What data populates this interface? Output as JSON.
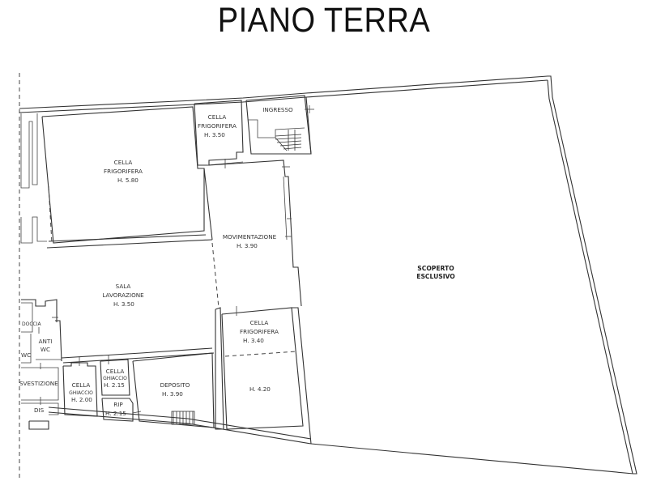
{
  "title": "PIANO TERRA",
  "rooms": {
    "cella_frigorifera_large": {
      "name_1": "CELLA",
      "name_2": "FRIGORIFERA",
      "height": "H. 5.80"
    },
    "cella_frigorifera_small": {
      "name_1": "CELLA",
      "name_2": "FRIGORIFERA",
      "height": "H. 3.50"
    },
    "ingresso": {
      "name": "INGRESSO"
    },
    "movimentazione": {
      "name": "MOVIMENTAZIONE",
      "height": "H. 3.90"
    },
    "sala_lavorazione": {
      "name_1": "SALA",
      "name_2": "LAVORAZIONE",
      "height": "H. 3.50"
    },
    "cella_frigorifera_lower": {
      "name_1": "CELLA",
      "name_2": "FRIGORIFERA",
      "height": "H. 3.40",
      "height_2": "H. 4.20"
    },
    "scoperto_esclusivo": {
      "name_1": "SCOPERTO",
      "name_2": "ESCLUSIVO"
    },
    "doccia": {
      "name": "DOCCIA"
    },
    "anti_wc": {
      "name_1": "ANTI",
      "name_2": "WC"
    },
    "wc": {
      "name": "WC"
    },
    "svestizione": {
      "name": "SVESTIZIONE"
    },
    "dis": {
      "name": "DIS"
    },
    "cella_ghiaccio_1": {
      "name_1": "CELLA",
      "name_2": "GHIACCIO",
      "height": "H. 2.00"
    },
    "cella_ghiaccio_2": {
      "name_1": "CELLA",
      "name_2": "GHIACCIO",
      "height": "H. 2.15"
    },
    "rip": {
      "name": "RIP",
      "height": "H. 2.15"
    },
    "deposito": {
      "name": "DEPOSITO",
      "height": "H. 3.90"
    }
  }
}
